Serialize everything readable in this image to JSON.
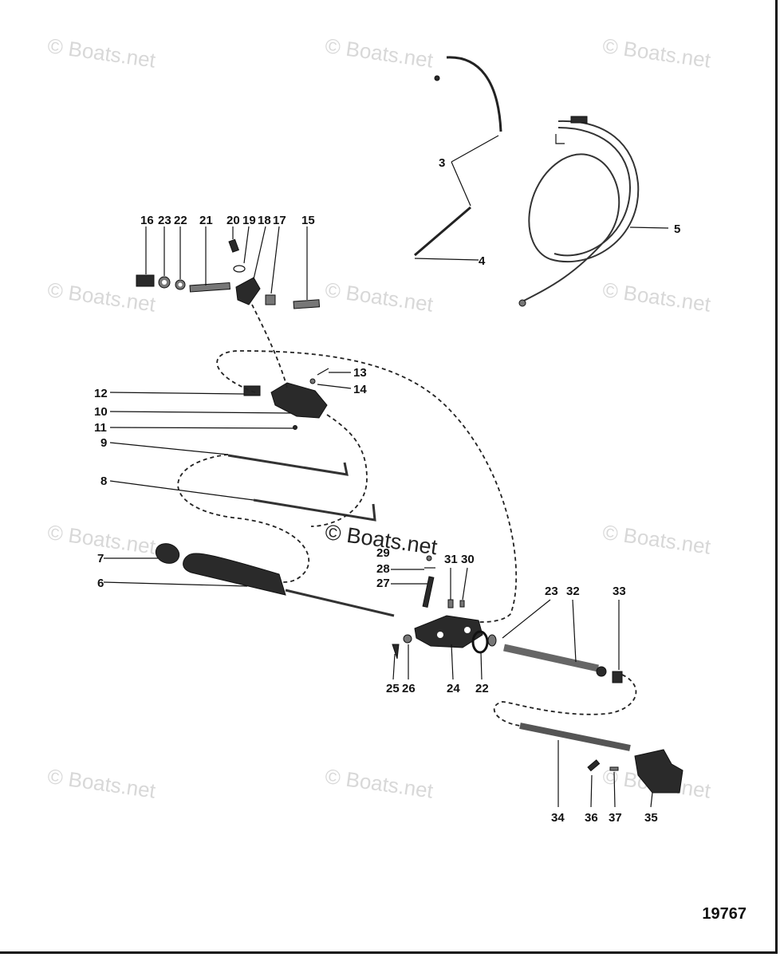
{
  "watermark": "© Boats.net",
  "drawing_number": "19767",
  "callouts": [
    {
      "label": "3"
    },
    {
      "label": "4"
    },
    {
      "label": "5"
    },
    {
      "label": "16"
    },
    {
      "label": "23"
    },
    {
      "label": "22"
    },
    {
      "label": "21"
    },
    {
      "label": "20"
    },
    {
      "label": "19"
    },
    {
      "label": "18"
    },
    {
      "label": "17"
    },
    {
      "label": "15"
    },
    {
      "label": "13"
    },
    {
      "label": "14"
    },
    {
      "label": "12"
    },
    {
      "label": "10"
    },
    {
      "label": "11"
    },
    {
      "label": "9"
    },
    {
      "label": "8"
    },
    {
      "label": "7"
    },
    {
      "label": "6"
    },
    {
      "label": "29"
    },
    {
      "label": "28"
    },
    {
      "label": "27"
    },
    {
      "label": "31"
    },
    {
      "label": "30"
    },
    {
      "label": "23"
    },
    {
      "label": "32"
    },
    {
      "label": "33"
    },
    {
      "label": "25"
    },
    {
      "label": "26"
    },
    {
      "label": "24"
    },
    {
      "label": "22"
    },
    {
      "label": "34"
    },
    {
      "label": "36"
    },
    {
      "label": "37"
    },
    {
      "label": "35"
    }
  ]
}
